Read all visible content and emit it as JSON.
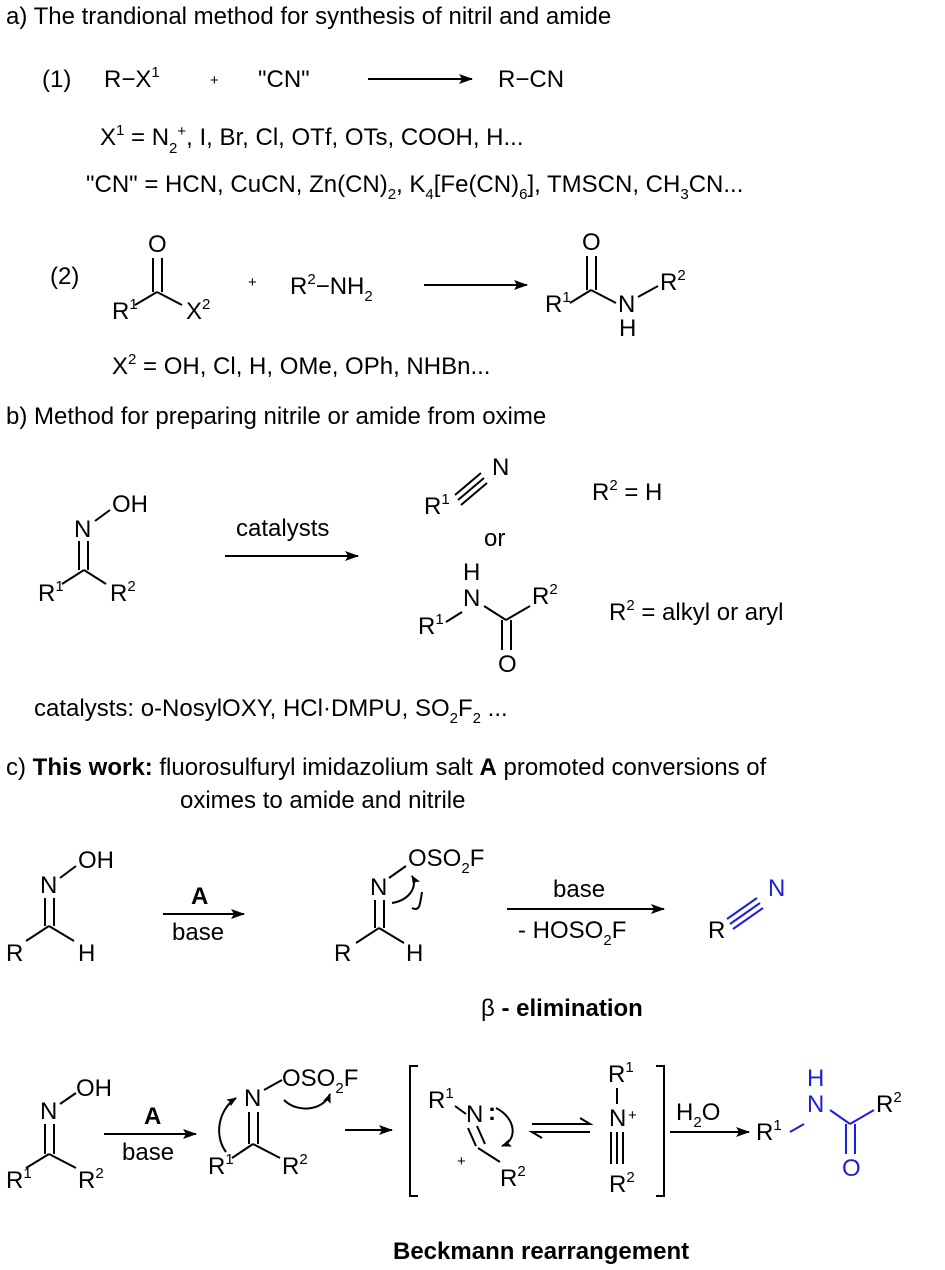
{
  "section_a": {
    "heading": "a) The trandional method for synthesis of nitril and amide",
    "eq1": {
      "label": "(1)",
      "reactant_r": "R",
      "reactant_x": "X",
      "x_sup": "1",
      "plus": "+",
      "cn": "\"CN\"",
      "product": "R",
      "product_cn": "CN",
      "x1_def_lhs": "X",
      "x1_def_sup": "1",
      "x1_def_eq": " = N",
      "x1_def_sub": "2",
      "x1_def_sup2": "+",
      "x1_def_rest": ", I, Br, Cl, OTf, OTs, COOH, H...",
      "cn_def_1": "\"CN\" = HCN, CuCN, Zn(CN)",
      "cn_def_sub1": "2",
      "cn_def_2": ", K",
      "cn_def_sub2": "4",
      "cn_def_3": "[Fe(CN)",
      "cn_def_sub3": "6",
      "cn_def_4": "], TMSCN, CH",
      "cn_def_sub4": "3",
      "cn_def_5": "CN..."
    },
    "eq2": {
      "label": "(2)",
      "o": "O",
      "r": "R",
      "r_sup": "1",
      "x": "X",
      "x_sup": "2",
      "plus": "+",
      "amine_r": "R",
      "amine_sup": "2",
      "amine_rest": "−NH",
      "amine_sub": "2",
      "prod_o": "O",
      "prod_r": "R",
      "prod_r_sup": "1",
      "prod_n": "N",
      "prod_h": "H",
      "prod_r2": "R",
      "prod_r2_sup": "2",
      "x2_def_lhs": "X",
      "x2_def_sup": "2",
      "x2_def_rest": " = OH, Cl, H, OMe, OPh, NHBn..."
    }
  },
  "section_b": {
    "heading": "b) Method for preparing nitrile or amide from oxime",
    "oh": "OH",
    "n": "N",
    "r1": "R",
    "r1_sup": "1",
    "r2": "R",
    "r2_sup": "2",
    "arrow_label": "catalysts",
    "nitrile_r": "R",
    "nitrile_sup": "1",
    "nitrile_n": "N",
    "cond1_r": "R",
    "cond1_sup": "2",
    "cond1_rest": " = H",
    "or": "or",
    "amide_h": "H",
    "amide_n": "N",
    "amide_r1": "R",
    "amide_r1_sup": "1",
    "amide_r2": "R",
    "amide_r2_sup": "2",
    "amide_o": "O",
    "cond2_r": "R",
    "cond2_sup": "2",
    "cond2_rest": " = alkyl or aryl",
    "catalysts_1": "catalysts: o-NosylOXY, HCl·DMPU, SO",
    "catalysts_sub": "2",
    "catalysts_2": "F",
    "catalysts_sub2": "2",
    "catalysts_3": " ..."
  },
  "section_c": {
    "prefix": "c) ",
    "bold": "This work:",
    "rest1": " fluorosulfuryl imidazolium salt ",
    "bold_a": "A",
    "rest2": " promoted conversions of",
    "line2": "oximes to amide and nitrile",
    "row1": {
      "oh": "OH",
      "n": "N",
      "r": "R",
      "h": "H",
      "reagent": "A",
      "cond": "base",
      "int_group": "OSO",
      "int_sub": "2",
      "int_f": "F",
      "int_n": "N",
      "int_r": "R",
      "int_h": "H",
      "step2_top": "base",
      "step2_bottom": "- HOSO",
      "step2_sub": "2",
      "step2_f": "F",
      "prod_r": "R",
      "prod_n": "N",
      "caption_greek": "β",
      "caption": " - elimination"
    },
    "row2": {
      "oh": "OH",
      "n": "N",
      "r1": "R",
      "r1_sup": "1",
      "r2": "R",
      "r2_sup": "2",
      "reagent": "A",
      "cond": "base",
      "int_group": "OSO",
      "int_sub": "2",
      "int_f": "F",
      "int_n": "N",
      "int_r1": "R",
      "int_r1_sup": "1",
      "int_r2": "R",
      "int_r2_sup": "2",
      "b_r1": "R",
      "b_r1_sup": "1",
      "b_n": "N",
      "b_lone": ":",
      "b_plus": "+",
      "b_r2": "R",
      "b_r2_sup": "2",
      "n_r1": "R",
      "n_r1_sup": "1",
      "n_n": "N",
      "n_plus": "+",
      "n_r2": "R",
      "n_r2_sup": "2",
      "water": "H",
      "water_sub": "2",
      "water_o": "O",
      "p_h": "H",
      "p_n": "N",
      "p_r1": "R",
      "p_r1_sup": "1",
      "p_r2": "R",
      "p_r2_sup": "2",
      "p_o": "O",
      "caption": "Beckmann rearrangement"
    }
  }
}
